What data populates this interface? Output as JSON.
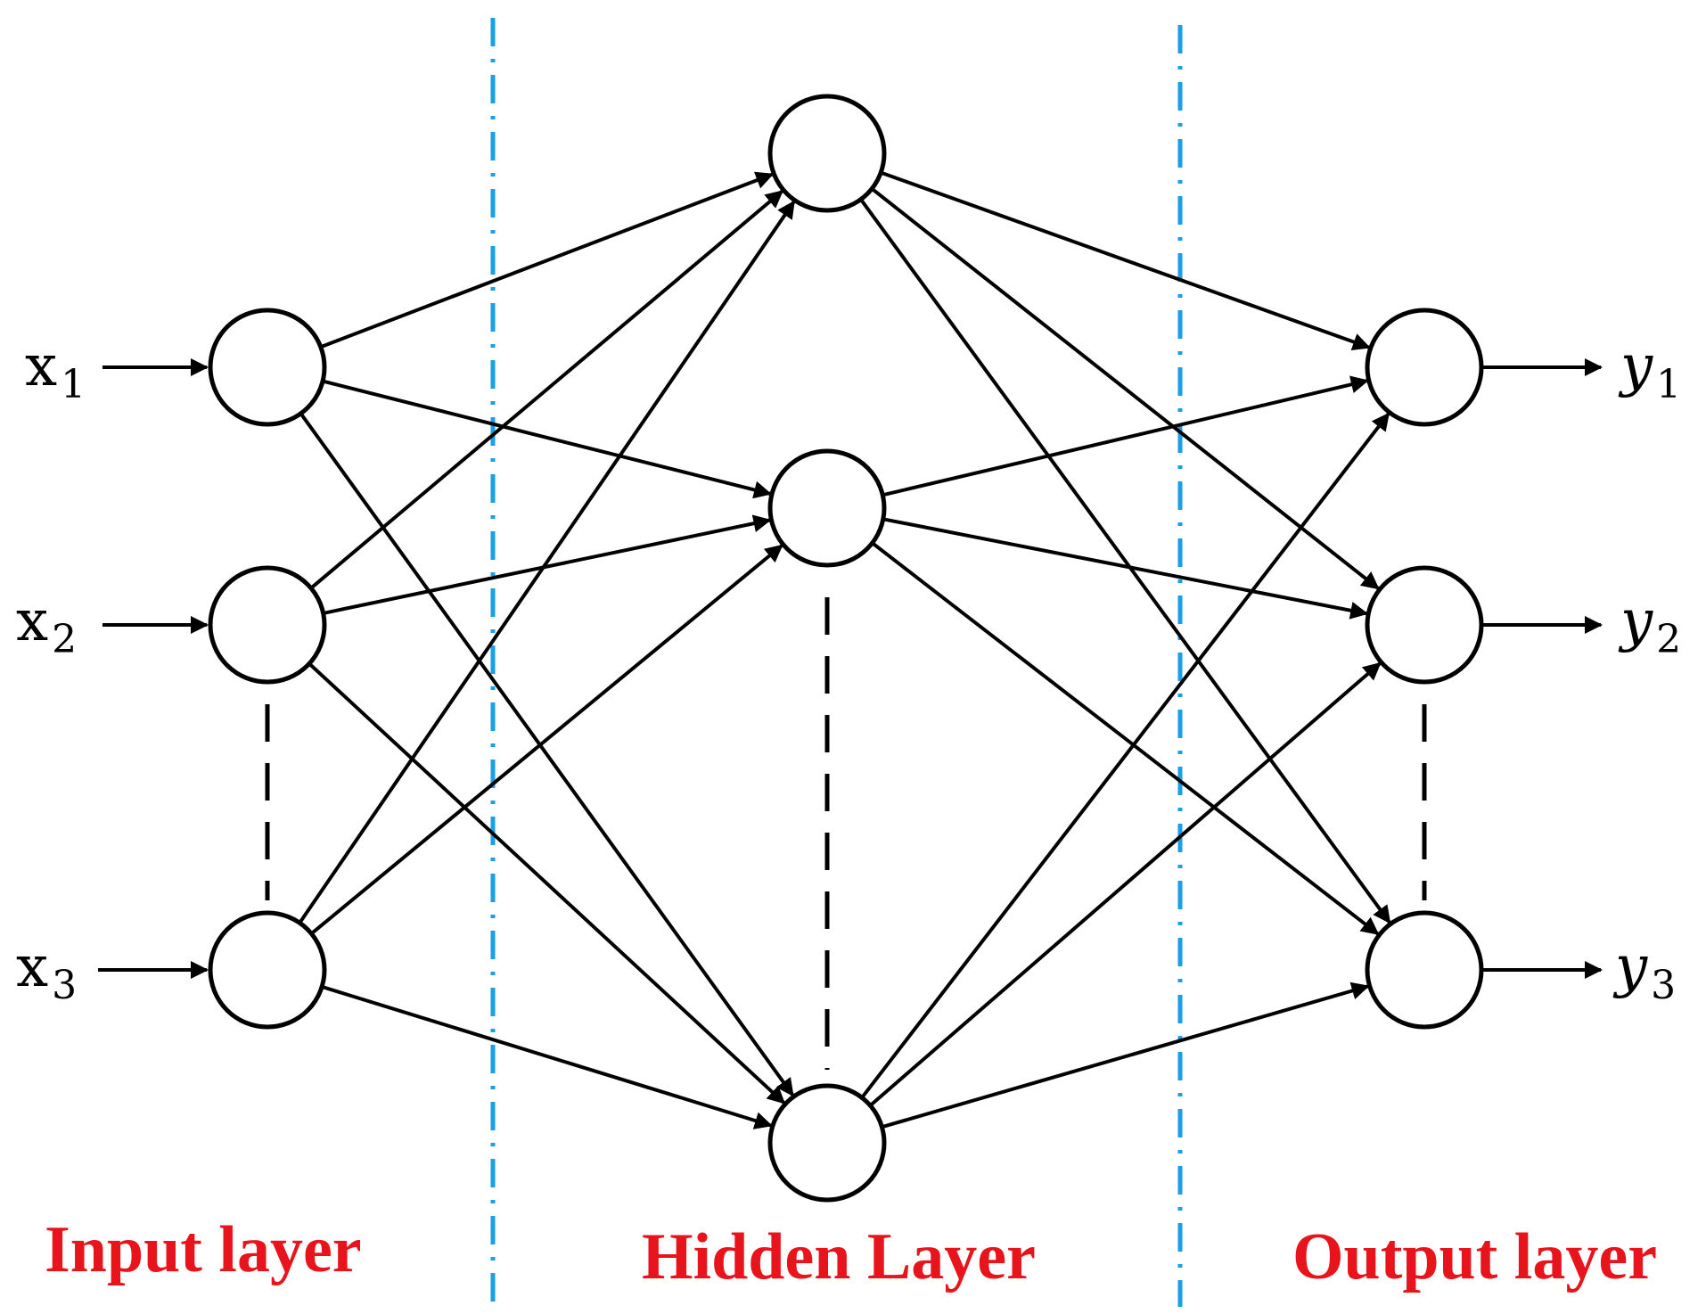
{
  "colors": {
    "stroke": "#000000",
    "divider": "#1a9fe8",
    "layer_title": "#e8141c",
    "node_fill": "#ffffff"
  },
  "inputs": [
    {
      "base": "x",
      "sub": "1"
    },
    {
      "base": "x",
      "sub": "2"
    },
    {
      "base": "x",
      "sub": "3"
    }
  ],
  "outputs": [
    {
      "base": "y",
      "sub": "1"
    },
    {
      "base": "y",
      "sub": "2"
    },
    {
      "base": "y",
      "sub": "3"
    }
  ],
  "layers": {
    "input": "Input layer",
    "hidden": "Hidden Layer",
    "output": "Output layer"
  },
  "structure": {
    "input_node_count": 3,
    "hidden_node_count": 3,
    "output_node_count": 3,
    "connections": "fully-connected",
    "ellipsis_between_nodes": "dashed"
  }
}
